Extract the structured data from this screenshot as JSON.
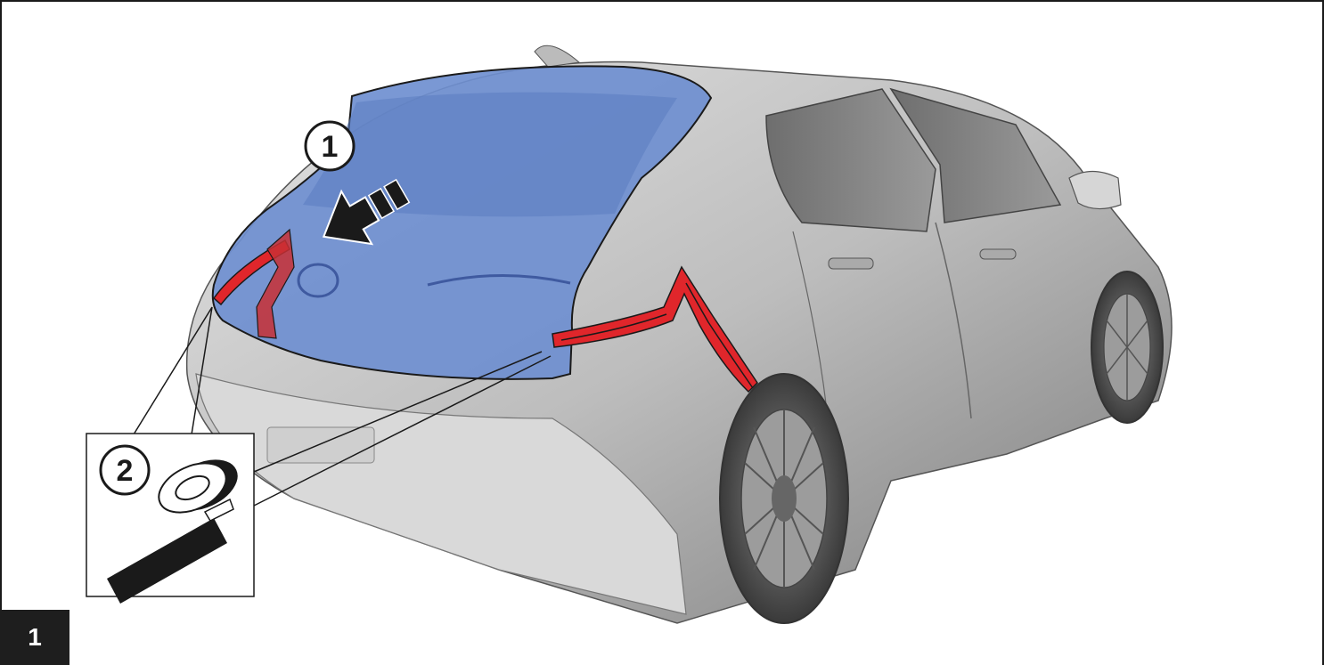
{
  "figure": {
    "step_number": "1",
    "callouts": [
      {
        "id": "1",
        "label": "1"
      },
      {
        "id": "2",
        "label": "2"
      }
    ]
  },
  "colors": {
    "frame": "#1a1a1a",
    "car_body": "#c9c9c9",
    "tailgate_highlight": "#6f8fd0",
    "tape_marking": "#e0262b",
    "badge_bg": "#1e1e1e"
  },
  "icons": [
    "arrow-icon",
    "tape-roll-icon",
    "car-illustration"
  ]
}
